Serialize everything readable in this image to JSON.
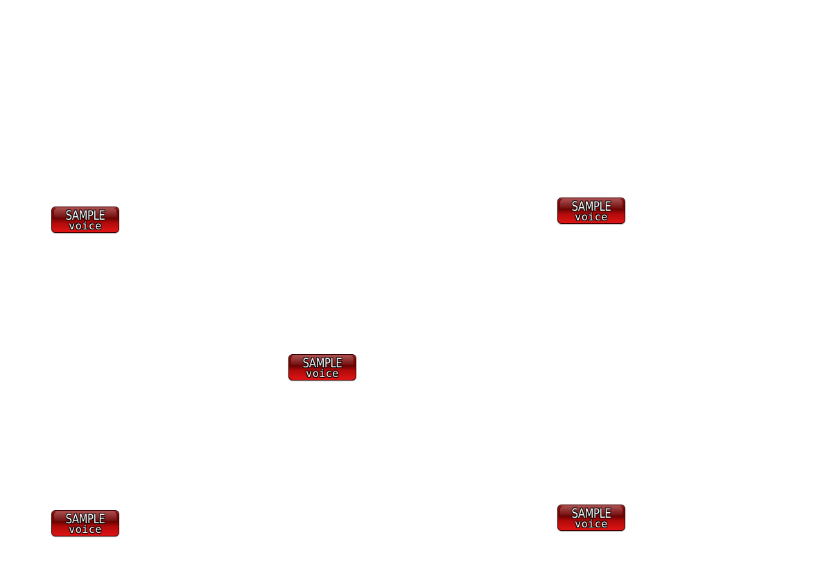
{
  "buttons": [
    {
      "line1": "SAMPLE",
      "line2": "voice"
    },
    {
      "line1": "SAMPLE",
      "line2": "voice"
    },
    {
      "line1": "SAMPLE",
      "line2": "voice"
    },
    {
      "line1": "SAMPLE",
      "line2": "voice"
    },
    {
      "line1": "SAMPLE",
      "line2": "voice"
    }
  ],
  "colors": {
    "background": "#ffffff",
    "button_top": "#6a0404",
    "button_bottom": "#e01414",
    "button_text": "#ffffff"
  }
}
